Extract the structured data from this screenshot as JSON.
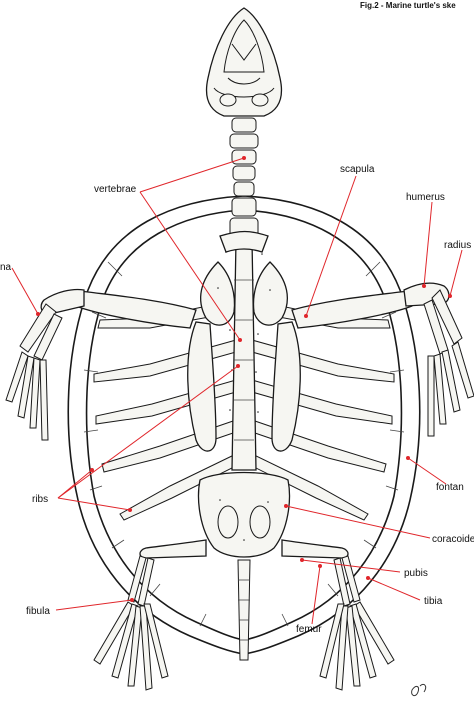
{
  "caption": "Fig.2 - Marine turtle's ske",
  "labels": {
    "vertebrae": "vertebrae",
    "scapula": "scapula",
    "humerus": "humerus",
    "radius": "radius",
    "ulna_partial": "na",
    "ribs": "ribs",
    "fontanel_partial": "fontan",
    "coracoid_partial": "coracoide",
    "pubis": "pubis",
    "fibula": "fibula",
    "tibia": "tibia",
    "femur": "femur"
  },
  "colors": {
    "leader": "#e0262b",
    "ink": "#1a1a1a",
    "background": "#ffffff"
  }
}
